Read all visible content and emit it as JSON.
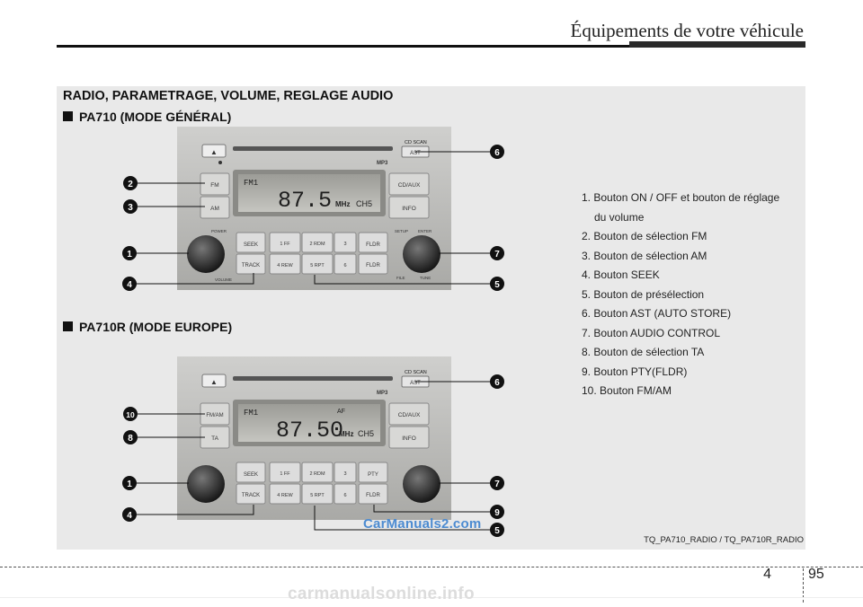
{
  "header": {
    "title": "Équipements de votre véhicule"
  },
  "section": {
    "title": "RADIO, PARAMETRAGE, VOLUME, REGLAGE AUDIO",
    "mode1": "PA710 (MODE GÉNÉRAL)",
    "mode2": "PA710R (MODE EUROPE)"
  },
  "radio1": {
    "cd_scan": "CD SCAN",
    "ast": "AST",
    "mp3": "MP3",
    "fm": "FM",
    "am": "AM",
    "cdaux": "CD/AUX",
    "info": "INFO",
    "display_band": "FM1",
    "frequency": "87.5",
    "unit": "MHz",
    "channel": "CH5",
    "power": "POWER",
    "volume": "VOLUME",
    "setup": "SETUP",
    "enter": "ENTER",
    "file": "FILE",
    "tune": "TUNE",
    "seek": "SEEK",
    "track": "TRACK",
    "presets": [
      "1 FF",
      "2 RDM",
      "3",
      "4 REW",
      "5 RPT",
      "6"
    ],
    "fldr": "FLDR"
  },
  "radio2": {
    "cd_scan": "CD SCAN",
    "ast": "AST",
    "mp3": "MP3",
    "fmam": "FM/AM",
    "ta": "TA",
    "cdaux": "CD/AUX",
    "info": "INFO",
    "display_band": "FM1",
    "af": "AF",
    "frequency": "87.50",
    "unit": "MHz",
    "channel": "CH5",
    "seek": "SEEK",
    "track": "TRACK",
    "presets": [
      "1 FF",
      "2 RDM",
      "3",
      "4 REW",
      "5 RPT",
      "6"
    ],
    "pty": "PTY",
    "fldr": "FLDR"
  },
  "callouts1": [
    "6",
    "2",
    "3",
    "1",
    "7",
    "4",
    "5"
  ],
  "callouts2": [
    "6",
    "10",
    "8",
    "1",
    "7",
    "9",
    "4",
    "5"
  ],
  "list": [
    {
      "line1": "1. Bouton ON / OFF et bouton de réglage",
      "line2": "du volume"
    },
    {
      "line1": "2. Bouton de sélection FM"
    },
    {
      "line1": "3. Bouton de sélection AM"
    },
    {
      "line1": "4. Bouton SEEK"
    },
    {
      "line1": "5. Bouton de présélection"
    },
    {
      "line1": "6. Bouton AST (AUTO STORE)"
    },
    {
      "line1": "7. Bouton AUDIO CONTROL"
    },
    {
      "line1": "8. Bouton de sélection TA"
    },
    {
      "line1": "9. Bouton PTY(FLDR)"
    },
    {
      "line1": "10. Bouton FM/AM"
    }
  ],
  "caption": "TQ_PA710_RADIO / TQ_PA710R_RADIO",
  "watermark": "CarManuals2.com",
  "footer": {
    "chapter": "4",
    "page": "95",
    "site": "carmanualsonline.info"
  }
}
